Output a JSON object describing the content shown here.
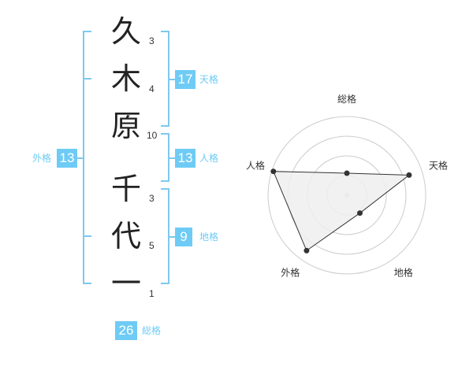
{
  "accent_color": "#6ecbf5",
  "name": {
    "characters": [
      "久",
      "木",
      "原",
      "千",
      "代",
      "一"
    ],
    "strokes": [
      "3",
      "4",
      "10",
      "3",
      "5",
      "1"
    ]
  },
  "fortunes": {
    "tenkaku": {
      "value": "17",
      "label": "天格"
    },
    "jinkaku": {
      "value": "13",
      "label": "人格"
    },
    "chikaku": {
      "value": "9",
      "label": "地格"
    },
    "gaikaku": {
      "value": "13",
      "label": "外格"
    },
    "soukaku": {
      "value": "26",
      "label": "総格"
    }
  },
  "chart_data": {
    "type": "radar",
    "axes": [
      "総格",
      "天格",
      "地格",
      "外格",
      "人格"
    ],
    "values": [
      0.28,
      0.83,
      0.28,
      0.87,
      0.98
    ],
    "grid_rings": 4,
    "grid": true,
    "line_color": "#333333",
    "fill_color": "#eeeeee",
    "grid_color": "#cccccc"
  }
}
